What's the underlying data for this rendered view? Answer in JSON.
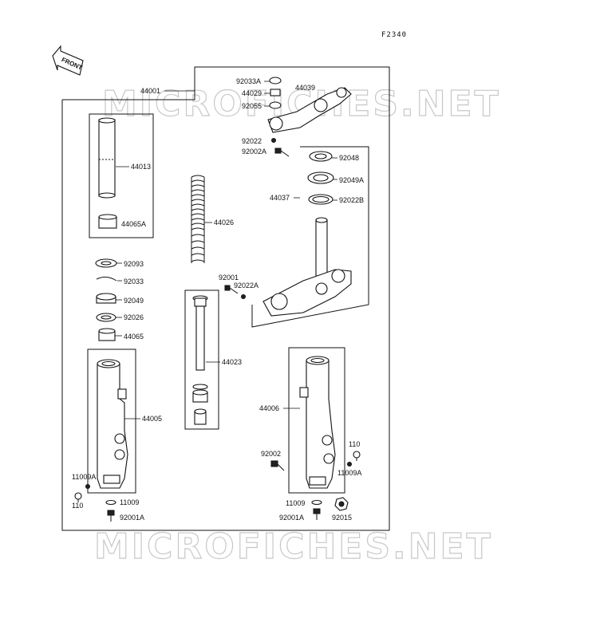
{
  "diagram_code": "F2340",
  "front_arrow_label": "FRONT",
  "watermark": "MICROFICHES.NET",
  "assembly_label": "44001",
  "parts": {
    "p92033A": "92033A",
    "p44039": "44039",
    "p44029": "44029",
    "p92055": "92055",
    "p92022": "92022",
    "p92002A": "92002A",
    "p44013": "44013",
    "p44065A": "44065A",
    "p44026": "44026",
    "p92048": "92048",
    "p92049A": "92049A",
    "p92022B": "92022B",
    "p44037": "44037",
    "p92093": "92093",
    "p92033": "92033",
    "p92049": "92049",
    "p92026": "92026",
    "p44065": "44065",
    "p92001": "92001",
    "p92022A": "92022A",
    "p44023": "44023",
    "p44005": "44005",
    "p44006": "44006",
    "p11009A_l": "11009A",
    "p110_l": "110",
    "p11009_l": "11009",
    "p92001A_l": "92001A",
    "p92002": "92002",
    "p110_r": "110",
    "p11009A_r": "11009A",
    "p11009_r": "11009",
    "p92001A_r": "92001A",
    "p92015": "92015"
  }
}
